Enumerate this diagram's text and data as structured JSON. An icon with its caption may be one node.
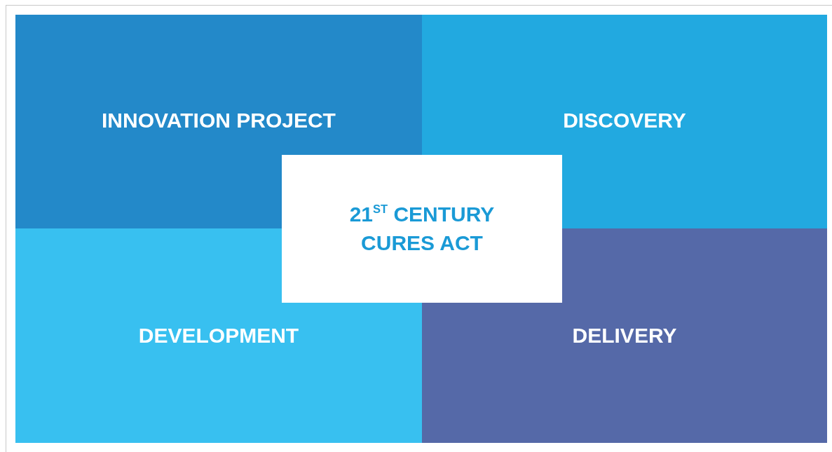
{
  "diagram": {
    "nodes": [
      {
        "text": [
          "INNOVATION PROJECT"
        ]
      },
      {
        "text": [
          "DISCOVERY"
        ]
      },
      {
        "text": [
          "21$^{ST}$ CENTURY CURES ACT"
        ]
      },
      {
        "text": [
          "DEVELOPMENT"
        ]
      },
      {
        "text": [
          "DELIVERY"
        ]
      }
    ]
  }
}
